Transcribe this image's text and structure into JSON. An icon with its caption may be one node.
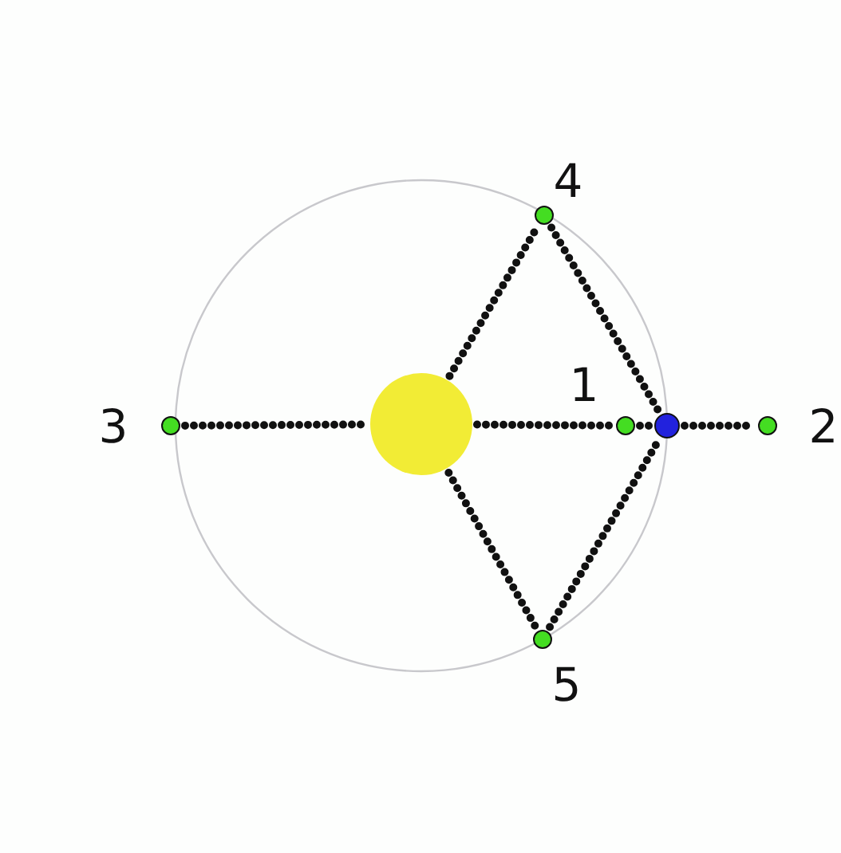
{
  "diagram": {
    "nodes": [
      {
        "text": [],
        "shape": "circle",
        "beside": [
          "4"
        ]
      },
      {
        "text": [],
        "shape": "circle",
        "beside": [
          "3"
        ]
      },
      {
        "text": [],
        "shape": "circle"
      },
      {
        "text": [],
        "shape": "circle",
        "beside": [
          "1"
        ]
      },
      {
        "text": [],
        "shape": "circle"
      },
      {
        "text": [],
        "shape": "circle",
        "beside": [
          "2"
        ]
      },
      {
        "text": [],
        "shape": "circle",
        "beside": [
          "5"
        ]
      }
    ],
    "edges": [
      {
        "from": 1,
        "to": 2,
        "arrow": "none"
      },
      {
        "from": 2,
        "to": 3,
        "arrow": "none"
      },
      {
        "from": 3,
        "to": 4,
        "arrow": "none"
      },
      {
        "from": 4,
        "to": 5,
        "arrow": "none"
      },
      {
        "from": 2,
        "to": 0,
        "arrow": "none"
      },
      {
        "from": 0,
        "to": 4,
        "arrow": "none"
      },
      {
        "from": 2,
        "to": 6,
        "arrow": "none"
      },
      {
        "from": 6,
        "to": 4,
        "arrow": "none"
      }
    ]
  }
}
